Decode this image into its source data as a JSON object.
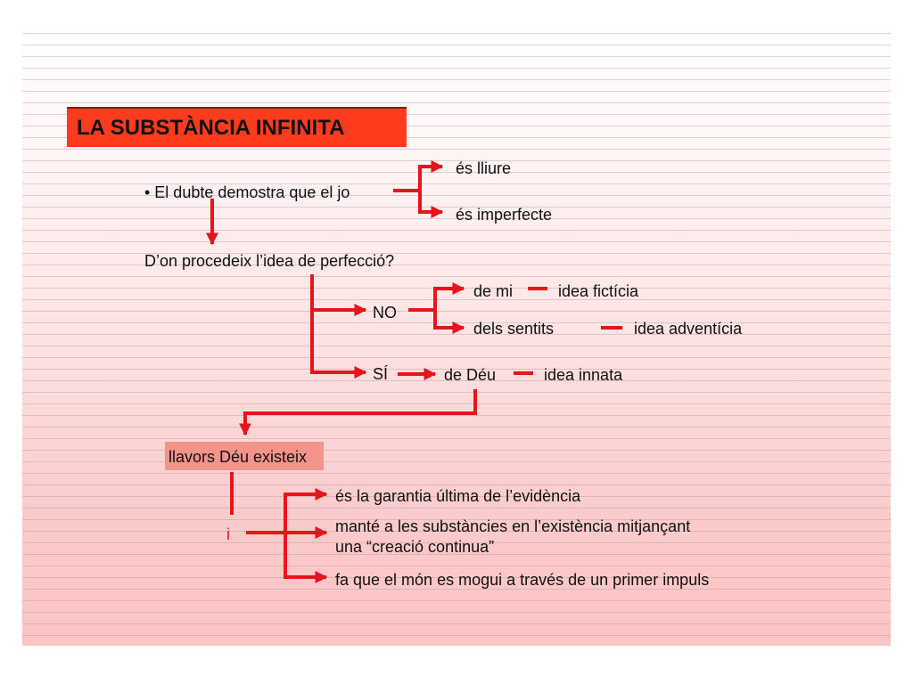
{
  "title": "LA SUBSTÀNCIA INFINITA",
  "nodes": {
    "dubte": "• El dubte demostra que el jo",
    "lliure": "és lliure",
    "imperfecte": "és imperfecte",
    "pregunta": "D’on procedeix  l’idea de perfecció?",
    "no": "NO",
    "de_mi": "de mi",
    "idea_ficticia": "idea fictícia",
    "dels_sentits": "dels sentits",
    "idea_adventicia": "idea adventícia",
    "si": "SÍ",
    "de_deu": "de Déu",
    "idea_innata": "idea innata",
    "llavors": "llavors Déu existeix",
    "i": "i",
    "garantia": "és la garantia última de l’evidència",
    "mante_1": "manté a les substàncies en l’existència mitjançant",
    "mante_2": "una “creació continua”",
    "mon": "fa que el món es mogui a través de un primer impuls"
  },
  "colors": {
    "arrow": "#e8141b",
    "title_bg": "#ff3b1e",
    "llavors_bg": "#f4938a"
  }
}
